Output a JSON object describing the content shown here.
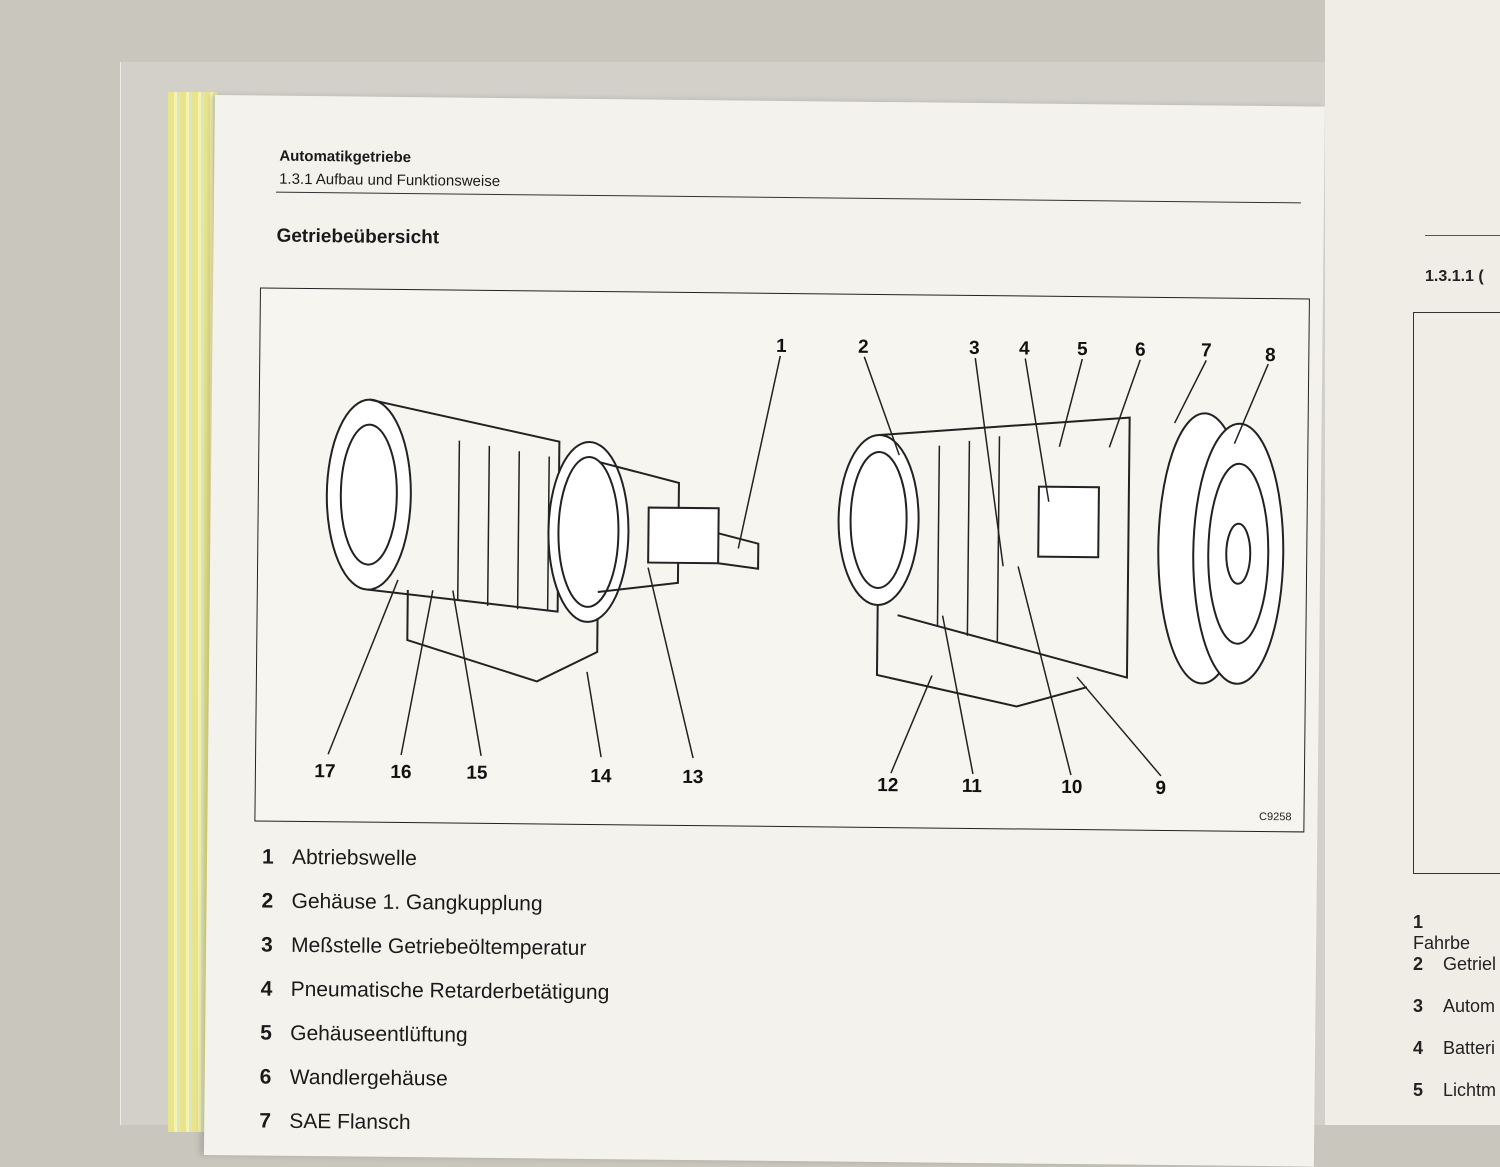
{
  "header": {
    "chapter": "Automatikgetriebe",
    "section": "1.3.1 Aufbau und Funktionsweise"
  },
  "heading": "Getriebeübersicht",
  "figure": {
    "code": "C9258",
    "callouts": [
      "1",
      "2",
      "3",
      "4",
      "5",
      "6",
      "7",
      "8",
      "9",
      "10",
      "11",
      "12",
      "13",
      "14",
      "15",
      "16",
      "17"
    ]
  },
  "legend": [
    {
      "num": "1",
      "text": "Abtriebswelle"
    },
    {
      "num": "2",
      "text": "Gehäuse 1. Gangkupplung"
    },
    {
      "num": "3",
      "text": "Meßstelle Getriebeöltemperatur"
    },
    {
      "num": "4",
      "text": "Pneumatische Retarderbetätigung"
    },
    {
      "num": "5",
      "text": "Gehäuseentlüftung"
    },
    {
      "num": "6",
      "text": "Wandlergehäuse"
    },
    {
      "num": "7",
      "text": "SAE Flansch"
    }
  ],
  "right_page": {
    "section": "1.3.1.1 (",
    "items": [
      {
        "num": "1",
        "text": "Fahrbe"
      },
      {
        "num": "2",
        "text": "Getriel"
      },
      {
        "num": "3",
        "text": "Autom"
      },
      {
        "num": "4",
        "text": "Batteri"
      },
      {
        "num": "5",
        "text": "Lichtm"
      }
    ]
  }
}
